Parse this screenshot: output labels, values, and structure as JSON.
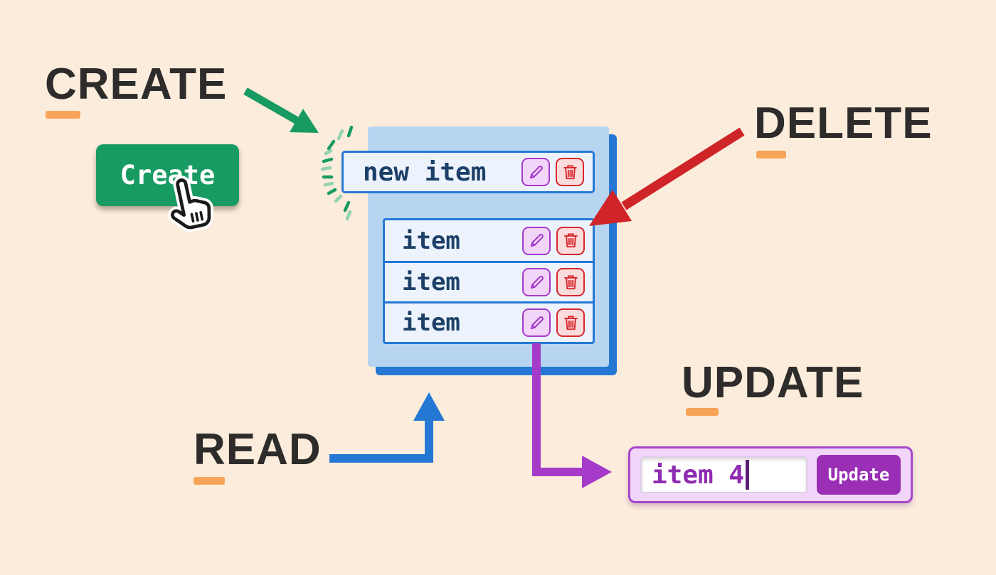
{
  "labels": {
    "create": "CREATE",
    "delete": "DELETE",
    "read": "READ",
    "update": "UPDATE"
  },
  "create_button": {
    "label": "Create"
  },
  "list_panel": {
    "new_item": {
      "text": "new item"
    },
    "items": [
      {
        "text": "item"
      },
      {
        "text": "item"
      },
      {
        "text": "item"
      }
    ]
  },
  "update_widget": {
    "input_value": "item 4",
    "button_label": "Update"
  },
  "icons": {
    "edit": "pencil-icon",
    "delete": "trash-icon",
    "cursor": "hand-pointer-icon"
  },
  "colors": {
    "background": "#fbecdc",
    "label_text": "#2d2c2a",
    "underline_orange": "#f8a458",
    "green": "#189b62",
    "green_light": "#93d3b1",
    "blue": "#2478d4",
    "panel_fill": "#b7d4f1",
    "row_fill": "#ecf3fc",
    "row_text": "#1d4069",
    "purple": "#a63ac9",
    "purple_dark": "#9a2eb5",
    "purple_fill": "#f2d6f9",
    "red": "#cf2428",
    "red_fill": "#fbdcdc",
    "input_text": "#8e2bb0",
    "caret": "#5a2170"
  }
}
